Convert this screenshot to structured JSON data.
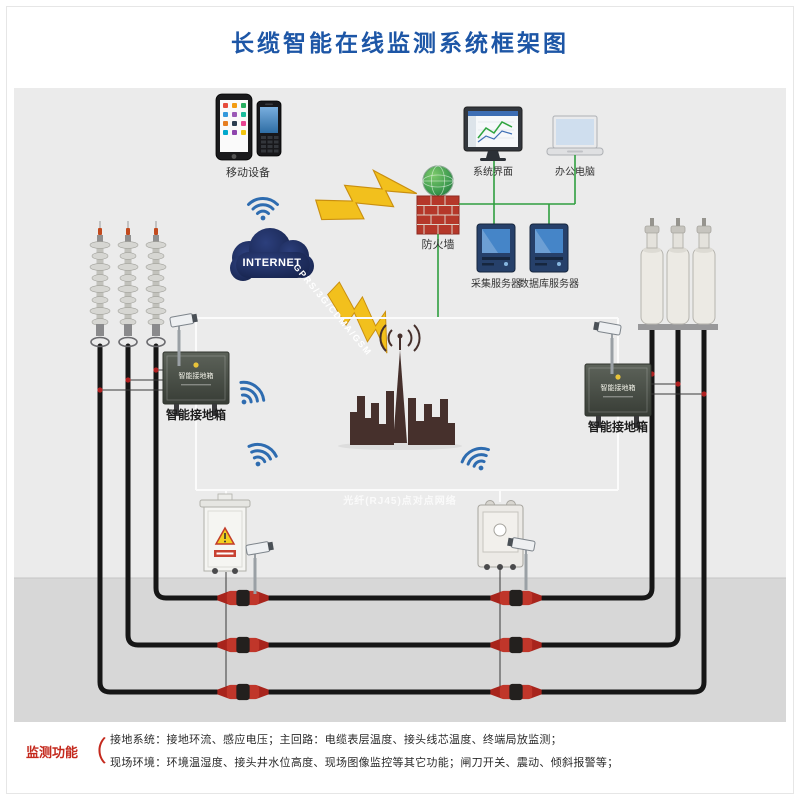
{
  "title": "长缆智能在线监测系统框架图",
  "nodes": {
    "mobile_devices": "移动设备",
    "internet": "INTERNET",
    "gprs_link": "GPRS/3G/CDMA/GSM",
    "firewall": "防火墙",
    "system_interface": "系统界面",
    "office_computer": "办公电脑",
    "collection_server": "采集服务器",
    "database_server": "数据库服务器",
    "left_ground_box": "智能接地箱",
    "right_ground_box": "智能接地箱",
    "left_ground_box_panel": "智能接地箱",
    "right_ground_box_panel": "智能接地箱",
    "fiber_link": "光纤(RJ45)点对点网络"
  },
  "footer": {
    "heading": "监测功能",
    "paren": "（",
    "line1": "接地系统：接地环流、感应电压；主回路：电缆表层温度、接头线芯温度、终端局放监测；",
    "line2": "现场环境：环境温湿度、接头井水位高度、现场图像监控等其它功能；闸刀开关、震动、倾斜报警等；"
  },
  "colors": {
    "title_blue": "#1d56a6",
    "panel_gray": "#ebebeb",
    "floor_gray": "#d7d7d7",
    "cloud_navy": "#1c2854",
    "link_green": "#2f9e3f",
    "bolt_yellow": "#f2c01d",
    "wifi_blue": "#2e6cb0",
    "joint_red": "#c0362a",
    "heading_red": "#c4291d",
    "skyline_maroon": "#46302c"
  }
}
